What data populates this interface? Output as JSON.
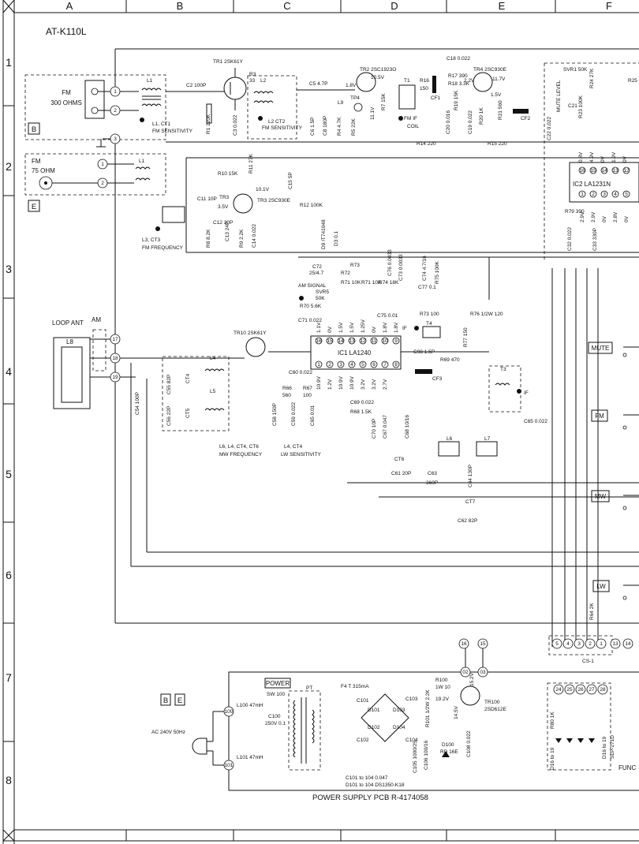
{
  "sheet": {
    "model": "AT-K110L",
    "columns": [
      "A",
      "B",
      "C",
      "D",
      "E",
      "F"
    ],
    "rows": [
      "1",
      "2",
      "3",
      "4",
      "5",
      "6",
      "7",
      "8"
    ],
    "board_markers": [
      "B",
      "E",
      "B",
      "E"
    ],
    "pcb_label": "POWER SUPPLY PCB R-4174058"
  },
  "fm_input": {
    "ant300_line1": "FM",
    "ant300_line2": "300 OHMS",
    "ant75_line1": "FM",
    "ant75_line2": "75 OHM",
    "coil_l1": "L1",
    "coil_l1b": "L1",
    "fm_sensitivity": "L1, CT1",
    "fm_sensitivity_2": "FM SENSITIVITY",
    "fm_frequency_1": "L3, CT3",
    "fm_frequency_2": "FM FREQUENCY",
    "pins": [
      "1",
      "2",
      "3",
      "1",
      "2"
    ]
  },
  "fm_frontend": {
    "tr1": "TR1 2SK61Y",
    "tr2": "TR2 2SC1923O",
    "tr3": "TR3",
    "tr3_part": "TR3 2SC930E",
    "tr4": "TR4 2SC930E",
    "c2": "C2 100P",
    "r1": "R1 220K",
    "c3": "C3 0.022",
    "l2": "L2",
    "l2ct2": "L2 CT2",
    "fm_sens2": "FM SENSITIVITY",
    "r3": "R3",
    "r3v": "33",
    "c5": "C5 4.7P",
    "c6": "C6 1.5P",
    "c8": "C8 180P",
    "r4": "R4 4.7K",
    "r5": "R5 22K",
    "l9": "L9",
    "tp4": "TP4",
    "v18": "1.8V",
    "v105": "10.5V",
    "v111": "11.1V",
    "r7": "R7 15K",
    "t1": "T1",
    "r16": "R16",
    "r16v": "150",
    "cf1": "CF1",
    "fm_if": "FM IF",
    "coil": "COIL",
    "c18": "C18 0.022",
    "r17": "R17 390",
    "r18": "R18 3.3K",
    "r19": "R19 15K",
    "c20": "C20 0.016",
    "c19": "C19 0.022",
    "r20": "R20 1K",
    "v22": "2.2V",
    "v117": "11.7V",
    "v15": "1.5V",
    "r21": "R21 560",
    "cf2": "CF2",
    "r14": "R14 220",
    "r15": "R15 220",
    "r10": "R10 15K",
    "r11": "R11 27K",
    "c11": "C11 10P",
    "v35": "3.5V",
    "v101": "10.1V",
    "c12": "C12 30P",
    "c13": "C13 24P",
    "r8": "R8 8.2K",
    "r9": "R9 2.2K",
    "c14": "C14 0.022",
    "c15": "C15 5P",
    "r12": "R12 100K",
    "c22": "C22 0.022",
    "d9": "D9 IT741048",
    "d3": "D3 0.1"
  },
  "ic2": {
    "label": "IC2 LA1231N",
    "svr1": "SVR1 50K",
    "mute_level": "MUTE LEVEL",
    "c21": "C21",
    "r23": "R23 100K",
    "r24": "R24 27K",
    "r25": "R25",
    "r79": "R79 390",
    "c32": "C32 0.022",
    "c33": "C33 330P",
    "pin_top": [
      "16",
      "15",
      "14",
      "13",
      "12"
    ],
    "pin_bot": [
      "1",
      "2",
      "3",
      "4",
      "5"
    ],
    "volt_top": [
      "0.8V",
      "4.9V",
      "0V",
      "1.9V",
      "0V"
    ],
    "volt_bot": [
      "2.9V",
      "2.9V",
      "0V",
      "2.8V",
      "0V"
    ]
  },
  "am_section": {
    "loop_ant": "LOOP ANT",
    "am": "AM",
    "l8": "L8",
    "pins": [
      "17",
      "18",
      "19"
    ],
    "c54": "C54 100P",
    "tr10": "TR10 2SK61Y",
    "l4": "L4",
    "l5": "L5",
    "c55": "C55 82P",
    "c56": "C56 22P",
    "ct4": "CT4",
    "ct5": "CT5",
    "mw_freq_1": "L6, L4, CT4, CT6",
    "mw_freq_2": "MW FREQUENCY",
    "lw_sens_1": "L4, CT4",
    "lw_sens_2": "LW SENSITIVITY",
    "c58": "C58 150P",
    "c59": "C59 0.022",
    "c60": "C60 0.022",
    "r66": "R66",
    "r66v": "560",
    "r67": "R67",
    "r67v": "100",
    "c65": "C65 0.01"
  },
  "ic1": {
    "label": "IC1 LA1240",
    "pin_top": [
      "16",
      "15",
      "14",
      "13",
      "12",
      "11",
      "10",
      "9"
    ],
    "pin_bot": [
      "1",
      "2",
      "3",
      "4",
      "5",
      "6",
      "7",
      "8"
    ],
    "volt_top": [
      "1.1V",
      "0V",
      "1.5V",
      "1.5V",
      "1.25V",
      "0V",
      "1.8V",
      "1.8V"
    ],
    "volt_bot": [
      "10.9V",
      "1.2V",
      "10.9V",
      "10.9V",
      "3.2V",
      "3.2V",
      "2.7V",
      ""
    ],
    "c72": "C72",
    "c72v": "25/4.7",
    "r72": "R72",
    "r73": "R73",
    "r71": "R71 10K",
    "r74": "R74 18K",
    "c76": "C76 0.0033",
    "c73": "C73 0.0033",
    "c74": "C74 4.7/16",
    "r75": "R75 100K",
    "c77": "C77 0.1",
    "am_signal": "AM SIGNAL",
    "svr5": "SVR5",
    "svr5v": "50K",
    "r70": "R70 5.6K",
    "c71": "C71 0.022",
    "c75": "C75 0.01",
    "r73b": "R73 100",
    "r76": "R76 1/2W 120",
    "if_label": "IF",
    "t4": "T4",
    "r77": "R77 150",
    "c98": "C98 1.5P",
    "r69": "R69 470",
    "cf3": "CF3",
    "t3": "T3",
    "t3if": "IF",
    "c69": "C69 0.022",
    "r68": "R68 1.5K",
    "c70": "C70 10P",
    "c67": "C67 0.047",
    "c68": "C68 10/16",
    "c65b": "C65 0.022",
    "l6": "L6",
    "l7": "L7",
    "ct6": "CT6",
    "c61": "C61 20P",
    "c63": "C63",
    "c63v": "360P",
    "c64": "C64 130P",
    "ct7": "CT7",
    "c62": "C62 82P"
  },
  "switch_panel": {
    "mute": "MUTE",
    "fm": "FM",
    "mw": "MW",
    "lw": "LW",
    "r64": "R64 2K",
    "cs1": "CS-1",
    "pins_top": [
      "16",
      "15"
    ],
    "pins_right": [
      "5",
      "4",
      "3",
      "2",
      "1",
      "13",
      "14"
    ],
    "pins_bottom": [
      "24",
      "25",
      "26",
      "27",
      "28"
    ],
    "r80": "R80 1K",
    "d16": "D16 to 19",
    "slp": "SLP-271D",
    "func": "FUNC"
  },
  "power": {
    "power_label": "POWER",
    "sw100": "SW 100",
    "pt": "PT",
    "l100": "L100 47mH",
    "l101": "L101 47mH",
    "c100": "C100",
    "c100v": "250V 0.1",
    "ac_in": "AC 240V 50Hz",
    "f4": "F4 T 315mA",
    "r100": "R100",
    "r100v": "1W 10",
    "tr100": "TR100",
    "tr100p": "2SD612E",
    "v192": "19.2V",
    "v152": "15.2V",
    "v145": "14.5V",
    "r101": "R101 1/2W 2.2K",
    "c105": "C105 1000/25",
    "c106": "C106 100/16",
    "d100": "D100",
    "d100v": "RD 16E",
    "c108": "C108 0.022",
    "c101_note": "C101 to 104  0.047",
    "d101_note": "D101 to 104  DS1350-K18",
    "diode_labels": [
      "C101",
      "C103",
      "D101",
      "D103",
      "D102",
      "D104",
      "C102",
      "C104"
    ],
    "pins": [
      "100",
      "101",
      "02",
      "03"
    ]
  }
}
